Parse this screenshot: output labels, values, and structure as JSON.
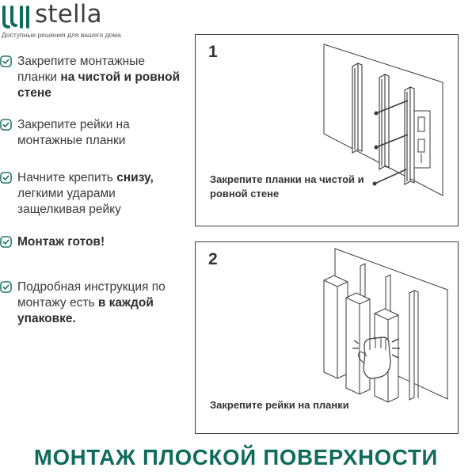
{
  "brand": {
    "name": "stella",
    "tagline": "Доступные решения для вашего дома",
    "accent_color": "#0f6b5c"
  },
  "steps": [
    {
      "icon": "check-icon",
      "parts": [
        {
          "text": "Закрепите монтажные планки ",
          "bold": false
        },
        {
          "text": "на чистой и ровной стене",
          "bold": true
        }
      ]
    },
    {
      "icon": "check-icon",
      "parts": [
        {
          "text": "Закрепите рейки на монтажные планки",
          "bold": false
        }
      ]
    },
    {
      "icon": "check-icon",
      "parts": [
        {
          "text": "Начните крепить ",
          "bold": false
        },
        {
          "text": "снизу,",
          "bold": true
        },
        {
          "text": " легкими ударами защелкивая рейку",
          "bold": false
        }
      ]
    },
    {
      "icon": "check-icon",
      "parts": [
        {
          "text": "Монтаж готов!",
          "bold": true
        }
      ]
    },
    {
      "icon": "check-icon",
      "parts": [
        {
          "text": "Подробная инструкция по монтажу есть ",
          "bold": false
        },
        {
          "text": "в каждой упаковке.",
          "bold": true
        }
      ]
    }
  ],
  "panels": [
    {
      "number": "1",
      "caption": "Закрепите планки на чистой и ровной стене"
    },
    {
      "number": "2",
      "caption": "Закрепите рейки на планки"
    }
  ],
  "footer": {
    "title": "МОНТАЖ ПЛОСКОЙ ПОВЕРХНОСТИ"
  }
}
